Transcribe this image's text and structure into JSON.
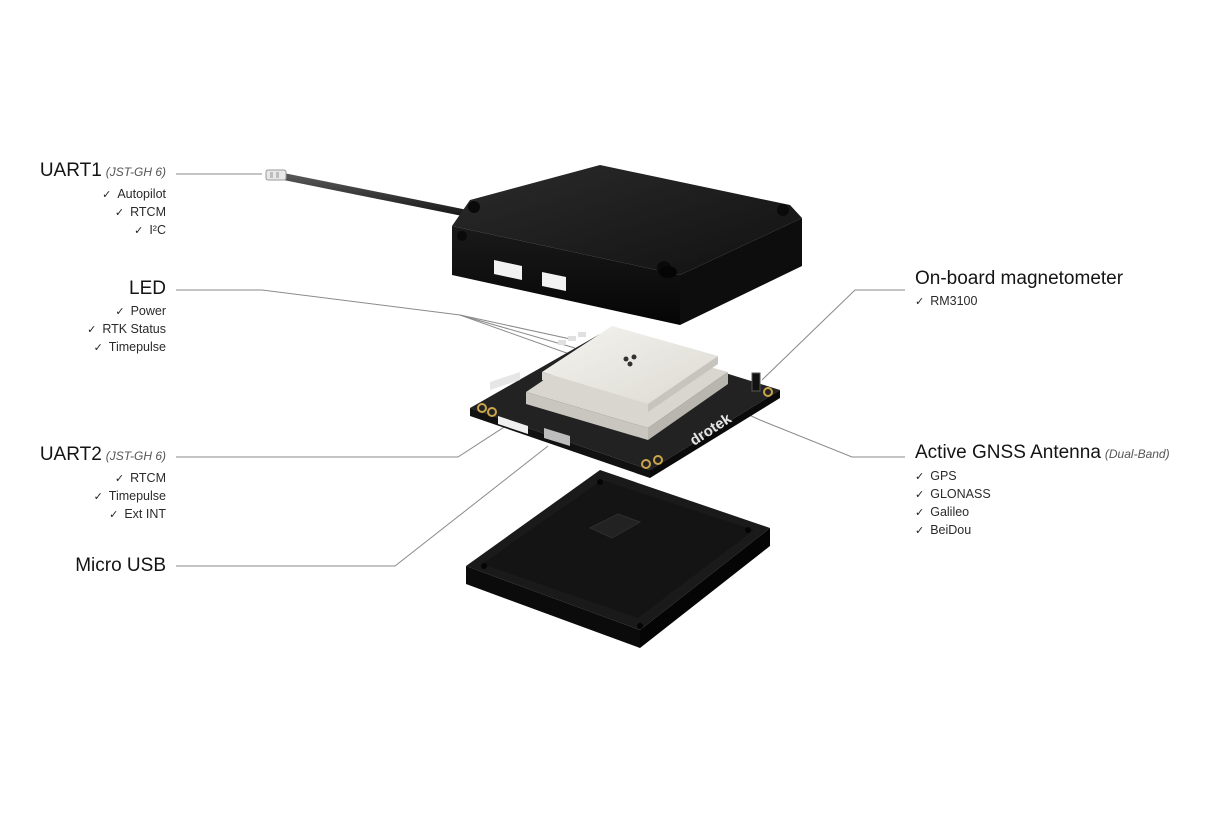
{
  "labels": {
    "uart1": {
      "title": "UART1",
      "subtitle": "(JST-GH 6)",
      "items": [
        "Autopilot",
        "RTCM",
        "I²C"
      ]
    },
    "led": {
      "title": "LED",
      "items": [
        "Power",
        "RTK Status",
        "Timepulse"
      ]
    },
    "uart2": {
      "title": "UART2",
      "subtitle": "(JST-GH 6)",
      "items": [
        "RTCM",
        "Timepulse",
        "Ext INT"
      ]
    },
    "micro_usb": {
      "title": "Micro USB"
    },
    "magnetometer": {
      "title": "On-board magnetometer",
      "items": [
        "RM3100"
      ]
    },
    "antenna": {
      "title": "Active GNSS Antenna",
      "subtitle": "(Dual-Band)",
      "items": [
        "GPS",
        "GLONASS",
        "Galileo",
        "BeiDou"
      ]
    }
  },
  "board_logo": "drotek",
  "colors": {
    "case": "#1c1c1c",
    "pcb": "#262626",
    "antenna": "#ecebe6",
    "gold": "#c9a44a",
    "leader_line": "#8a8a8a"
  },
  "icons": {
    "check": "checkmark-icon"
  }
}
